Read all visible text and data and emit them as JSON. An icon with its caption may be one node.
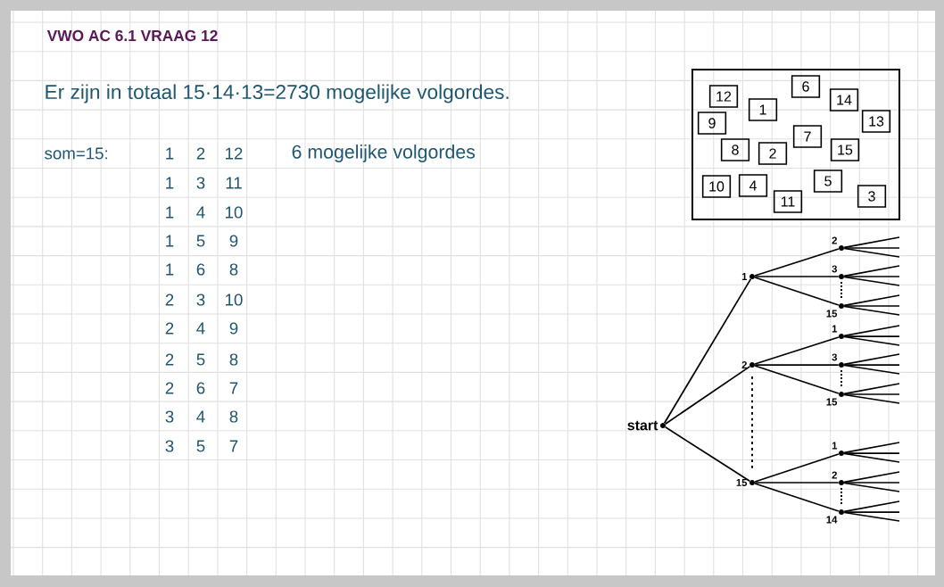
{
  "diagram": {
    "title": "VWO AC 6.1 VRAAG 12",
    "nodes": [
      {
        "text": [],
        "shape": "box"
      },
      {
        "text": [
          "6"
        ],
        "in": 0
      },
      {
        "text": [
          "12"
        ],
        "in": 0
      },
      {
        "text": [
          "14"
        ],
        "in": 0
      },
      {
        "text": [
          "1"
        ],
        "in": 0
      },
      {
        "text": [
          "9"
        ],
        "in": 0
      },
      {
        "text": [
          "13"
        ],
        "in": 0
      },
      {
        "text": [
          "7"
        ],
        "in": 0
      },
      {
        "text": [
          "8"
        ],
        "in": 0
      },
      {
        "text": [
          "2"
        ],
        "in": 0
      },
      {
        "text": [
          "15"
        ],
        "in": 0
      },
      {
        "text": [
          "5"
        ],
        "in": 0
      },
      {
        "text": [
          "10"
        ],
        "in": 0
      },
      {
        "text": [
          "4"
        ],
        "in": 0
      },
      {
        "text": [
          "3"
        ],
        "in": 0
      },
      {
        "text": [
          "11"
        ],
        "in": 0
      },
      {
        "text": [
          "start"
        ]
      },
      {
        "text": [
          "1"
        ]
      },
      {
        "text": [
          "2"
        ]
      },
      {
        "text": [
          "15"
        ]
      },
      {
        "text": [
          "2"
        ]
      },
      {
        "text": [
          "3"
        ]
      },
      {
        "text": [
          "15"
        ]
      },
      {
        "text": [
          "1"
        ]
      },
      {
        "text": [
          "3"
        ]
      },
      {
        "text": [
          "15"
        ]
      },
      {
        "text": [
          "1"
        ]
      },
      {
        "text": [
          "2"
        ]
      },
      {
        "text": [
          "14"
        ]
      }
    ],
    "edges": [
      {
        "from": 16,
        "to": 17,
        "arrow": "none"
      },
      {
        "from": 16,
        "to": 18,
        "arrow": "none"
      },
      {
        "from": 16,
        "to": 19,
        "arrow": "none"
      },
      {
        "from": 17,
        "to": 20,
        "arrow": "none"
      },
      {
        "from": 17,
        "to": 21,
        "arrow": "none"
      },
      {
        "from": 17,
        "to": 22,
        "arrow": "none"
      },
      {
        "from": 18,
        "to": 23,
        "arrow": "none"
      },
      {
        "from": 18,
        "to": 24,
        "arrow": "none"
      },
      {
        "from": 18,
        "to": 25,
        "arrow": "none"
      },
      {
        "from": 19,
        "to": 26,
        "arrow": "none"
      },
      {
        "from": 19,
        "to": 27,
        "arrow": "none"
      },
      {
        "from": 19,
        "to": 28,
        "arrow": "none"
      },
      {
        "from": 20,
        "to": null,
        "arrow": "none"
      },
      {
        "from": 20,
        "to": null,
        "arrow": "none"
      },
      {
        "from": 20,
        "to": null,
        "arrow": "none"
      },
      {
        "from": 21,
        "to": null,
        "arrow": "none"
      },
      {
        "from": 21,
        "to": null,
        "arrow": "none"
      },
      {
        "from": 21,
        "to": null,
        "arrow": "none"
      },
      {
        "from": 22,
        "to": null,
        "arrow": "none"
      },
      {
        "from": 22,
        "to": null,
        "arrow": "none"
      },
      {
        "from": 22,
        "to": null,
        "arrow": "none"
      },
      {
        "from": 23,
        "to": null,
        "arrow": "none"
      },
      {
        "from": 23,
        "to": null,
        "arrow": "none"
      },
      {
        "from": 23,
        "to": null,
        "arrow": "none"
      },
      {
        "from": 24,
        "to": null,
        "arrow": "none"
      },
      {
        "from": 24,
        "to": null,
        "arrow": "none"
      },
      {
        "from": 24,
        "to": null,
        "arrow": "none"
      },
      {
        "from": 25,
        "to": null,
        "arrow": "none"
      },
      {
        "from": 25,
        "to": null,
        "arrow": "none"
      },
      {
        "from": 25,
        "to": null,
        "arrow": "none"
      },
      {
        "from": 26,
        "to": null,
        "arrow": "none"
      },
      {
        "from": 26,
        "to": null,
        "arrow": "none"
      },
      {
        "from": 26,
        "to": null,
        "arrow": "none"
      },
      {
        "from": 27,
        "to": null,
        "arrow": "none"
      },
      {
        "from": 27,
        "to": null,
        "arrow": "none"
      },
      {
        "from": 27,
        "to": null,
        "arrow": "none"
      },
      {
        "from": 28,
        "to": null,
        "arrow": "none"
      },
      {
        "from": 28,
        "to": null,
        "arrow": "none"
      },
      {
        "from": 28,
        "to": null,
        "arrow": "none"
      }
    ],
    "labels": [
      "Er zijn in totaal 15·14·13=2730 mogelijke volgordes.",
      "som=15:",
      "1",
      "2",
      "12",
      "6 mogelijke volgordes",
      "1",
      "3",
      "11",
      "1",
      "4",
      "10",
      "1",
      "5",
      "9",
      "1",
      "6",
      "8",
      "2",
      "3",
      "10",
      "2",
      "4",
      "9",
      "2",
      "5",
      "8",
      "2",
      "6",
      "7",
      "3",
      "4",
      "8",
      "3",
      "5",
      "7"
    ]
  }
}
